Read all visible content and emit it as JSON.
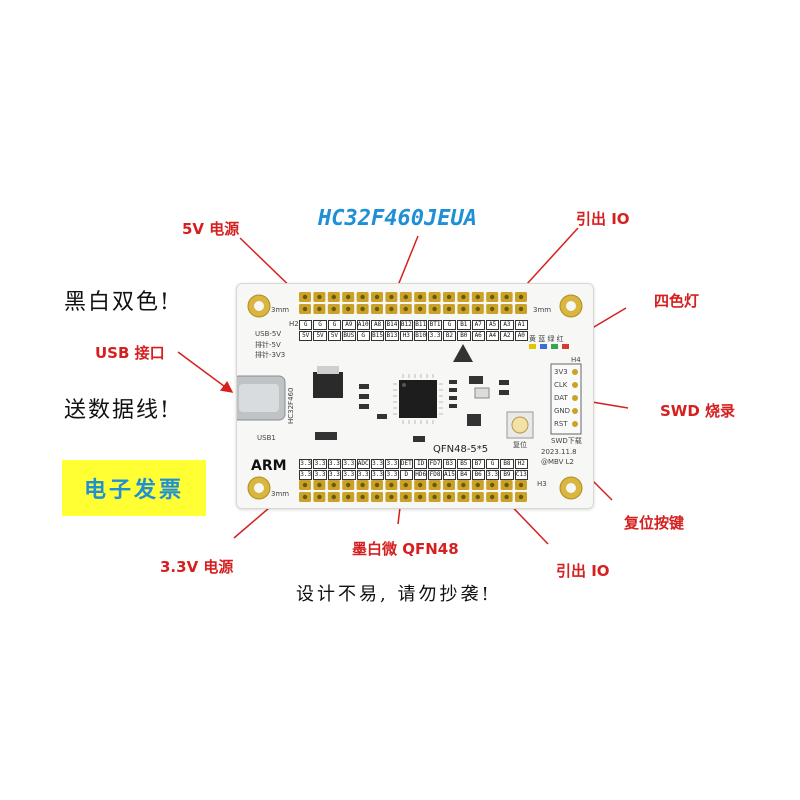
{
  "title": "HC32F460JEUA",
  "left_notes": [
    "黑白双色!",
    "送数据线!"
  ],
  "badge": "电子发票",
  "footer": "设计不易, 请勿抄袭!",
  "callouts": {
    "power_5v": "5V 电源",
    "usb_port": "USB 接口",
    "power_3v3": "3.3V 电源",
    "pinout_top": "引出 IO",
    "four_color_led": "四色灯",
    "swd": "SWD 烧录",
    "reset_key": "复位按键",
    "chip": "墨白微 QFN48",
    "pinout_bottom": "引出 IO"
  },
  "board": {
    "mount_label": "3mm",
    "top_row_labels": [
      "G",
      "G",
      "G",
      "A9",
      "A10",
      "A8",
      "B14",
      "B12",
      "B11",
      "BT1",
      "G",
      "B1",
      "A7",
      "A5",
      "A3",
      "A1"
    ],
    "top_row2_labels": [
      "5V",
      "5V",
      "5V",
      "BUS",
      "G",
      "B15",
      "B13",
      "H3",
      "B10",
      "3.3",
      "B2",
      "B0",
      "A6",
      "A4",
      "A2",
      "A0"
    ],
    "bottom_row_labels": [
      "3.3",
      "3.3",
      "3.3",
      "3.3",
      "ADC",
      "3.3",
      "3.3",
      "DET",
      "ID",
      "FD7",
      "B3",
      "B5",
      "B7",
      "G",
      "B8",
      "H2"
    ],
    "bottom_row2_labels": [
      "3.3",
      "3.3",
      "3.3",
      "3.3",
      "3.3",
      "3.3",
      "3.3",
      "D",
      "HD6",
      "FD8",
      "A15",
      "B4",
      "B6",
      "3.3",
      "B9",
      "C13"
    ],
    "usb_labels": [
      "USB-5V",
      "排针-5V",
      "排针-3V3"
    ],
    "usb_ref": "USB1",
    "mcu_label": "HC32F460",
    "package_label": "QFN48-5*5",
    "arm_logo": "ARM",
    "led_colors": "黄 蓝 绿 红",
    "swd_pins": [
      "3V3",
      "CLK",
      "DAT",
      "GND",
      "RST"
    ],
    "swd_label": "SWD下载",
    "reset_label": "复位",
    "date": "2023.11.8",
    "author": "@MBV L2",
    "header_refs": [
      "H2",
      "H3",
      "H4"
    ]
  },
  "colors": {
    "callout": "#d61f1f",
    "title": "#1f8fd6",
    "badge_bg": "#ffff33",
    "badge_text": "#1f8fd6",
    "pad_gold": "#c9a227",
    "board": "#f7f7f5"
  }
}
